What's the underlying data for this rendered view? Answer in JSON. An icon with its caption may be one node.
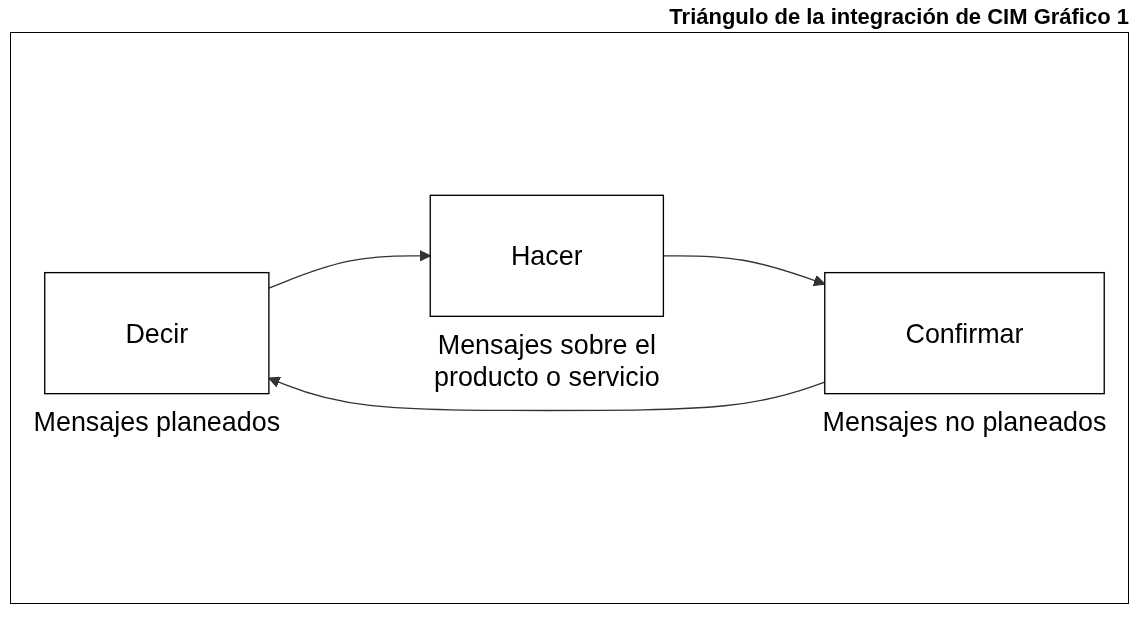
{
  "diagram": {
    "title": "Triángulo de la integración de CIM  Gráfico 1",
    "nodes": [
      {
        "text": [
          "Decir"
        ],
        "beside": [
          "Mensajes planeados"
        ]
      },
      {
        "text": [
          "Hacer"
        ],
        "beside": [
          "Mensajes sobre el producto o servicio"
        ]
      },
      {
        "text": [
          "Confirmar"
        ],
        "beside": [
          "Mensajes no planeados"
        ]
      }
    ],
    "edges": [
      {
        "from": 2,
        "to": 0,
        "arrow": "to"
      },
      {
        "from": 0,
        "to": 1,
        "arrow": "to"
      },
      {
        "from": 1,
        "to": 2,
        "arrow": "to"
      }
    ]
  }
}
